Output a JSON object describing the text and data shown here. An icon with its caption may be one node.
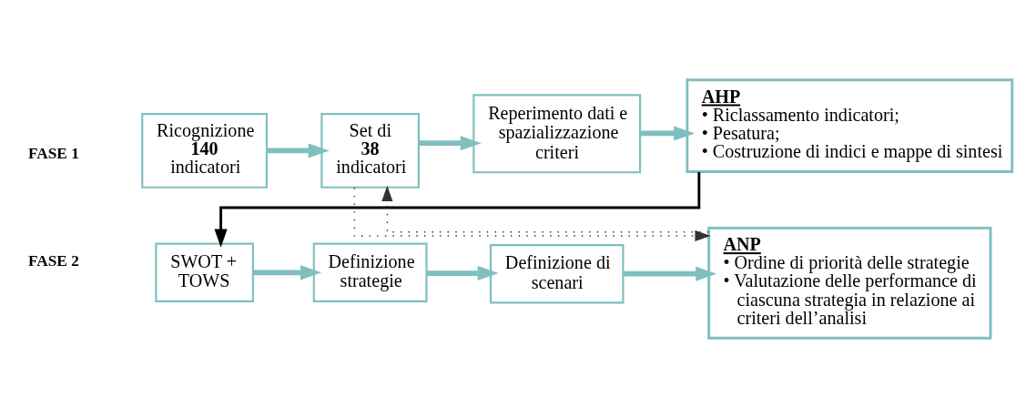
{
  "diagram": {
    "nodes": [
      {
        "text": [
          "Ricognizione **140** indicatori"
        ]
      },
      {
        "text": [
          "Set di **38** indicatori"
        ]
      },
      {
        "text": [
          "Reperimento dati e spazializzazione criteri"
        ]
      },
      {
        "text": [
          "AHP",
          "• Riclassamento indicatori;",
          "• Pesatura;",
          "• Costruzione di indici e mappe di sintesi"
        ]
      },
      {
        "text": [
          "SWOT + TOWS"
        ]
      },
      {
        "text": [
          "Definizione strategie"
        ]
      },
      {
        "text": [
          "Definizione di scenari"
        ]
      },
      {
        "text": [
          "ANP",
          "• Ordine di priorità delle strategie",
          "• Valutazione delle performance di ciascuna strategia in relazione ai criteri dell’analisi"
        ]
      }
    ],
    "edges": [
      {
        "from": 0,
        "to": 1,
        "arrow": "to"
      },
      {
        "from": 1,
        "to": 2,
        "arrow": "to"
      },
      {
        "from": 2,
        "to": 3,
        "arrow": "to"
      },
      {
        "from": 3,
        "to": 4,
        "arrow": "to",
        "color": "#000000"
      },
      {
        "from": 4,
        "to": 5,
        "arrow": "to"
      },
      {
        "from": 5,
        "to": 6,
        "arrow": "to"
      },
      {
        "from": 6,
        "to": 7,
        "arrow": "to"
      },
      {
        "from": 1,
        "to": 7,
        "arrow": "to",
        "style": "dashed",
        "color": "#333333"
      },
      {
        "from": 7,
        "to": 1,
        "arrow": "to",
        "style": "dashed",
        "color": "#333333"
      }
    ],
    "labels": [
      "FASE 1",
      "FASE 2"
    ]
  }
}
